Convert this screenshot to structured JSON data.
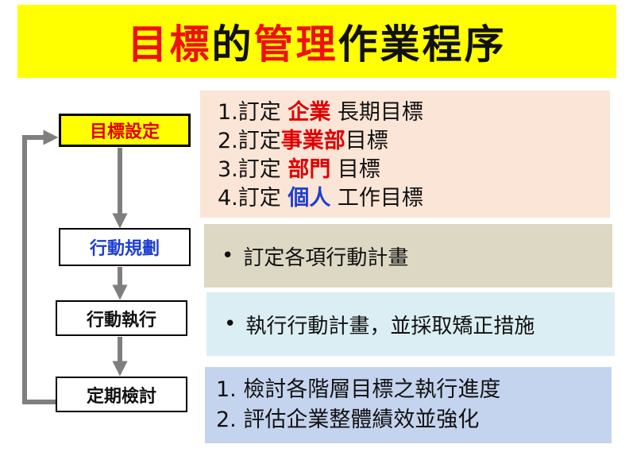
{
  "title": {
    "part1": "目標",
    "part2": "的",
    "part3": "管理",
    "part4": "作業程序"
  },
  "steps": [
    {
      "label": "目標設定"
    },
    {
      "label": "行動規劃"
    },
    {
      "label": "行動執行"
    },
    {
      "label": "定期檢討"
    }
  ],
  "panels": {
    "goal_setting": [
      {
        "prefix": "1.訂定 ",
        "highlight": "企業",
        "suffix": " 長期目標"
      },
      {
        "prefix": "2.訂定",
        "highlight": "事業部",
        "suffix": "目標"
      },
      {
        "prefix": "3.訂定 ",
        "highlight": "部門",
        "suffix": " 目標"
      },
      {
        "prefix": "4.訂定 ",
        "highlight": "個人",
        "suffix": " 工作目標"
      }
    ],
    "planning": {
      "bullet": "•",
      "text": "訂定各項行動計畫"
    },
    "execution": {
      "bullet": "•",
      "text": "執行行動計畫，並採取矯正措施"
    },
    "review": [
      {
        "text": "1. 檢討各階層目標之執行進度"
      },
      {
        "text": "2. 評估企業整體績效並強化"
      }
    ]
  },
  "colors": {
    "title_bg": "#ffff00",
    "accent_red": "#e00000",
    "accent_blue": "#1f3fcf",
    "arrow": "#7f7f7f"
  }
}
